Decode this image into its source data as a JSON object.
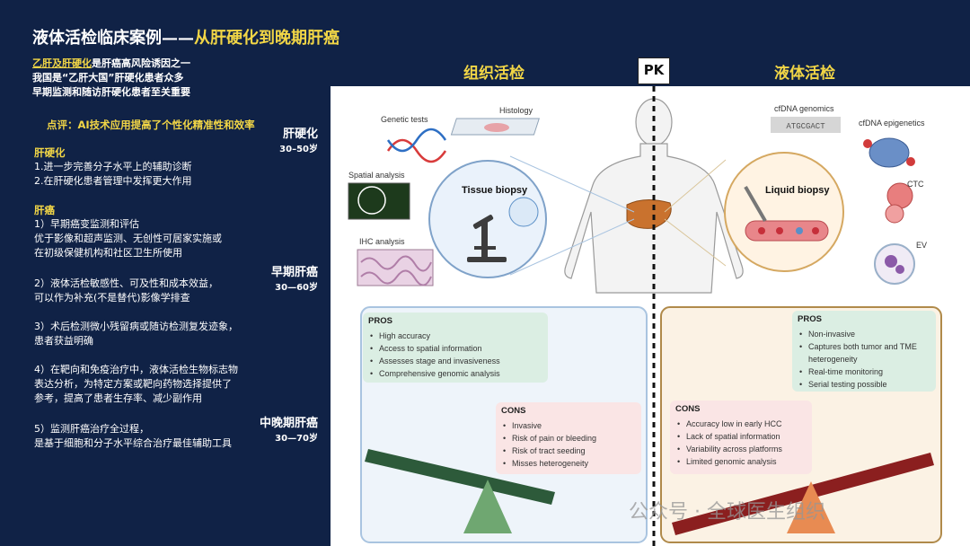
{
  "title": {
    "main": "液体活检临床案例——",
    "accent": "从肝硬化到晚期肝癌"
  },
  "intro": {
    "line1_highlight": "乙肝及肝硬化",
    "line1_rest": "是肝癌高风险诱因之一",
    "line2": "我国是“乙肝大国”肝硬化患者众多",
    "line3": "早期监测和随访肝硬化患者至关重要"
  },
  "comment": "点评：AI技术应用提高了个性化精准性和效率",
  "stages": [
    {
      "name": "肝硬化",
      "age": "30–50岁"
    },
    {
      "name": "早期肝癌",
      "age": "30—60岁"
    },
    {
      "name": "中晚期肝癌",
      "age": "30—70岁"
    }
  ],
  "cirrhosis": {
    "heading": "肝硬化",
    "items": [
      "1.进一步完善分子水平上的辅助诊断",
      "2.在肝硬化患者管理中发挥更大作用"
    ]
  },
  "liver_cancer": {
    "heading": "肝癌",
    "item1": [
      "1）早期癌变监测和评估",
      "优于影像和超声监测、无创性可居家实施或",
      "在初级保健机构和社区卫生所使用"
    ],
    "item2": [
      "2）液体活检敏感性、可及性和成本效益，",
      "可以作为补充(不是替代)影像学排查"
    ],
    "item3": [
      "3）术后检测微小残留病或随访检测复发迹象，",
      "患者获益明确"
    ],
    "item4": [
      "4）在靶向和免疫治疗中，液体活检生物标志物",
      "表达分析，为特定方案或靶向药物选择提供了",
      "参考，提高了患者生存率、减少副作用"
    ],
    "item5": [
      "5）监测肝癌治疗全过程，",
      "是基于细胞和分子水平综合治疗最佳辅助工具"
    ]
  },
  "headers": {
    "tissue": "组织活检",
    "pk": "PK",
    "liquid": "液体活检"
  },
  "tissue": {
    "labels": {
      "genetic": "Genetic tests",
      "histology": "Histology",
      "spatial": "Spatial analysis",
      "ihc": "IHC analysis",
      "circle": "Tissue biopsy"
    },
    "pros_title": "PROS",
    "pros": [
      "High accuracy",
      "Access to spatial information",
      "Assesses stage and invasiveness",
      "Comprehensive genomic analysis"
    ],
    "cons_title": "CONS",
    "cons": [
      "Invasive",
      "Risk of pain or bleeding",
      "Risk of tract seeding",
      "Misses heterogeneity"
    ]
  },
  "liquid": {
    "labels": {
      "cfdna_genomics": "cfDNA genomics",
      "cfdna_epi": "cfDNA epigenetics",
      "ctc": "CTC",
      "ev": "EV",
      "circle": "Liquid biopsy"
    },
    "pros_title": "PROS",
    "pros": [
      "Non-invasive",
      "Captures both tumor and TME heterogeneity",
      "Real-time monitoring",
      "Serial testing possible"
    ],
    "cons_title": "CONS",
    "cons": [
      "Accuracy low in early HCC",
      "Lack of spatial information",
      "Variability across platforms",
      "Limited genomic analysis"
    ]
  },
  "dna_letters": "ATGCGACT",
  "watermark": "公众号 · 全球医生组织",
  "colors": {
    "background": "#102246",
    "accent": "#f2d646",
    "tissue_border": "#a9c4e0",
    "liquid_border": "#b08a4a"
  }
}
